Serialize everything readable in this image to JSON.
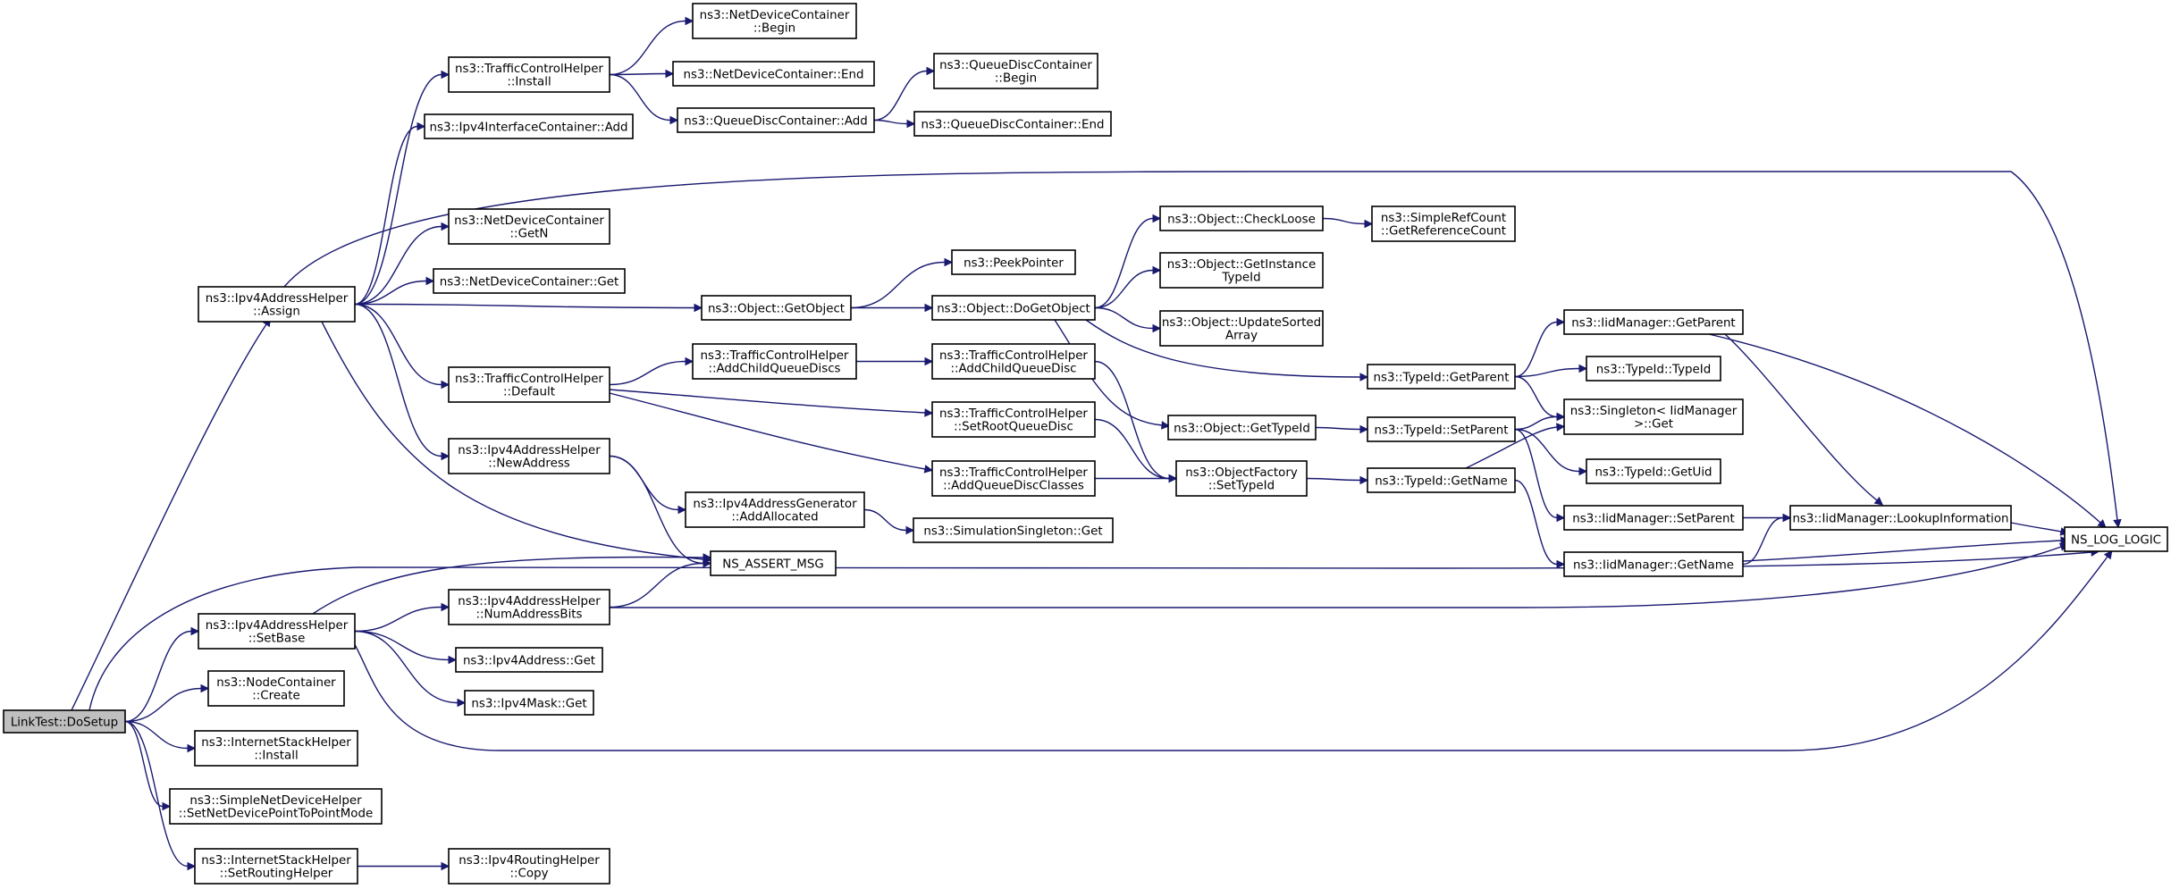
{
  "diagram": {
    "title": "",
    "edge_color": "#191970",
    "root_fill": "#bfbfbf",
    "node_fill": "#ffffff",
    "nodes": [
      {
        "id": "dosetup",
        "lines": [
          "LinkTest::DoSetup"
        ]
      },
      {
        "id": "assign",
        "lines": [
          "ns3::Ipv4AddressHelper",
          "::Assign"
        ]
      },
      {
        "id": "setbase",
        "lines": [
          "ns3::Ipv4AddressHelper",
          "::SetBase"
        ]
      },
      {
        "id": "nc_create",
        "lines": [
          "ns3::NodeContainer",
          "::Create"
        ]
      },
      {
        "id": "ish_install",
        "lines": [
          "ns3::InternetStackHelper",
          "::Install"
        ]
      },
      {
        "id": "sndh_p2p",
        "lines": [
          "ns3::SimpleNetDeviceHelper",
          "::SetNetDevicePointToPointMode"
        ]
      },
      {
        "id": "ish_setrouting",
        "lines": [
          "ns3::InternetStackHelper",
          "::SetRoutingHelper"
        ]
      },
      {
        "id": "tch_install",
        "lines": [
          "ns3::TrafficControlHelper",
          "::Install"
        ]
      },
      {
        "id": "ipv4ic_add",
        "lines": [
          "ns3::Ipv4InterfaceContainer::Add"
        ]
      },
      {
        "id": "ndc_getn",
        "lines": [
          "ns3::NetDeviceContainer",
          "::GetN"
        ]
      },
      {
        "id": "ndc_get",
        "lines": [
          "ns3::NetDeviceContainer::Get"
        ]
      },
      {
        "id": "tch_default",
        "lines": [
          "ns3::TrafficControlHelper",
          "::Default"
        ]
      },
      {
        "id": "iah_newaddress",
        "lines": [
          "ns3::Ipv4AddressHelper",
          "::NewAddress"
        ]
      },
      {
        "id": "iah_numbits",
        "lines": [
          "ns3::Ipv4AddressHelper",
          "::NumAddressBits"
        ]
      },
      {
        "id": "ipv4addr_get",
        "lines": [
          "ns3::Ipv4Address::Get"
        ]
      },
      {
        "id": "ipv4mask_get",
        "lines": [
          "ns3::Ipv4Mask::Get"
        ]
      },
      {
        "id": "irh_copy",
        "lines": [
          "ns3::Ipv4RoutingHelper",
          "::Copy"
        ]
      },
      {
        "id": "ndc_begin",
        "lines": [
          "ns3::NetDeviceContainer",
          "::Begin"
        ]
      },
      {
        "id": "ndc_end",
        "lines": [
          "ns3::NetDeviceContainer::End"
        ]
      },
      {
        "id": "qdc_add",
        "lines": [
          "ns3::QueueDiscContainer::Add"
        ]
      },
      {
        "id": "obj_getobject",
        "lines": [
          "ns3::Object::GetObject"
        ]
      },
      {
        "id": "tch_addchildqds",
        "lines": [
          "ns3::TrafficControlHelper",
          "::AddChildQueueDiscs"
        ]
      },
      {
        "id": "iag_addallocated",
        "lines": [
          "ns3::Ipv4AddressGenerator",
          "::AddAllocated"
        ]
      },
      {
        "id": "ns_assert",
        "lines": [
          "NS_ASSERT_MSG"
        ]
      },
      {
        "id": "qdc_begin",
        "lines": [
          "ns3::QueueDiscContainer",
          "::Begin"
        ]
      },
      {
        "id": "qdc_end",
        "lines": [
          "ns3::QueueDiscContainer::End"
        ]
      },
      {
        "id": "peekpointer",
        "lines": [
          "ns3::PeekPointer"
        ]
      },
      {
        "id": "obj_dogetobject",
        "lines": [
          "ns3::Object::DoGetObject"
        ]
      },
      {
        "id": "tch_addchildqd",
        "lines": [
          "ns3::TrafficControlHelper",
          "::AddChildQueueDisc"
        ]
      },
      {
        "id": "tch_setroot",
        "lines": [
          "ns3::TrafficControlHelper",
          "::SetRootQueueDisc"
        ]
      },
      {
        "id": "tch_addclasses",
        "lines": [
          "ns3::TrafficControlHelper",
          "::AddQueueDiscClasses"
        ]
      },
      {
        "id": "simsingleton_get",
        "lines": [
          "ns3::SimulationSingleton::Get"
        ]
      },
      {
        "id": "obj_checkloose",
        "lines": [
          "ns3::Object::CheckLoose"
        ]
      },
      {
        "id": "obj_getinstance",
        "lines": [
          "ns3::Object::GetInstance",
          "TypeId"
        ]
      },
      {
        "id": "obj_updatesorted",
        "lines": [
          "ns3::Object::UpdateSorted",
          "Array"
        ]
      },
      {
        "id": "obj_gettypeid",
        "lines": [
          "ns3::Object::GetTypeId"
        ]
      },
      {
        "id": "of_settypeid",
        "lines": [
          "ns3::ObjectFactory",
          "::SetTypeId"
        ]
      },
      {
        "id": "src_getrefcount",
        "lines": [
          "ns3::SimpleRefCount",
          "::GetReferenceCount"
        ]
      },
      {
        "id": "tid_getparent",
        "lines": [
          "ns3::TypeId::GetParent"
        ]
      },
      {
        "id": "tid_setparent",
        "lines": [
          "ns3::TypeId::SetParent"
        ]
      },
      {
        "id": "tid_getname",
        "lines": [
          "ns3::TypeId::GetName"
        ]
      },
      {
        "id": "iid_getparent",
        "lines": [
          "ns3::IidManager::GetParent"
        ]
      },
      {
        "id": "tid_typeid",
        "lines": [
          "ns3::TypeId::TypeId"
        ]
      },
      {
        "id": "singleton_get",
        "lines": [
          "ns3::Singleton< IidManager",
          " >::Get"
        ]
      },
      {
        "id": "tid_getuid",
        "lines": [
          "ns3::TypeId::GetUid"
        ]
      },
      {
        "id": "iid_setparent",
        "lines": [
          "ns3::IidManager::SetParent"
        ]
      },
      {
        "id": "iid_getname",
        "lines": [
          "ns3::IidManager::GetName"
        ]
      },
      {
        "id": "iid_lookup",
        "lines": [
          "ns3::IidManager::LookupInformation"
        ]
      },
      {
        "id": "ns_log_logic",
        "lines": [
          "NS_LOG_LOGIC"
        ]
      }
    ],
    "edges": [
      [
        "dosetup",
        "assign"
      ],
      [
        "dosetup",
        "setbase"
      ],
      [
        "dosetup",
        "nc_create"
      ],
      [
        "dosetup",
        "ish_install"
      ],
      [
        "dosetup",
        "sndh_p2p"
      ],
      [
        "dosetup",
        "ish_setrouting"
      ],
      [
        "dosetup",
        "ns_log_logic"
      ],
      [
        "assign",
        "tch_install"
      ],
      [
        "assign",
        "ipv4ic_add"
      ],
      [
        "assign",
        "ns_log_logic"
      ],
      [
        "assign",
        "ndc_getn"
      ],
      [
        "assign",
        "ndc_get"
      ],
      [
        "assign",
        "obj_getobject"
      ],
      [
        "assign",
        "tch_default"
      ],
      [
        "assign",
        "iah_newaddress"
      ],
      [
        "assign",
        "ns_assert"
      ],
      [
        "setbase",
        "ns_assert"
      ],
      [
        "setbase",
        "iah_numbits"
      ],
      [
        "setbase",
        "ipv4addr_get"
      ],
      [
        "setbase",
        "ipv4mask_get"
      ],
      [
        "setbase",
        "ns_log_logic"
      ],
      [
        "ish_setrouting",
        "irh_copy"
      ],
      [
        "tch_install",
        "ndc_begin"
      ],
      [
        "tch_install",
        "ndc_end"
      ],
      [
        "tch_install",
        "qdc_add"
      ],
      [
        "qdc_add",
        "qdc_begin"
      ],
      [
        "qdc_add",
        "qdc_end"
      ],
      [
        "obj_getobject",
        "peekpointer"
      ],
      [
        "obj_getobject",
        "obj_dogetobject"
      ],
      [
        "tch_default",
        "tch_addchildqds"
      ],
      [
        "tch_default",
        "tch_setroot"
      ],
      [
        "tch_default",
        "tch_addclasses"
      ],
      [
        "tch_addchildqds",
        "tch_addchildqd"
      ],
      [
        "iah_newaddress",
        "iag_addallocated"
      ],
      [
        "iah_newaddress",
        "ns_assert"
      ],
      [
        "iah_numbits",
        "ns_assert"
      ],
      [
        "iah_numbits",
        "ns_log_logic"
      ],
      [
        "iag_addallocated",
        "simsingleton_get"
      ],
      [
        "obj_dogetobject",
        "obj_checkloose"
      ],
      [
        "obj_dogetobject",
        "obj_getinstance"
      ],
      [
        "obj_dogetobject",
        "obj_updatesorted"
      ],
      [
        "obj_dogetobject",
        "obj_gettypeid"
      ],
      [
        "obj_dogetobject",
        "tid_getparent"
      ],
      [
        "obj_checkloose",
        "src_getrefcount"
      ],
      [
        "tch_addchildqd",
        "of_settypeid"
      ],
      [
        "tch_setroot",
        "of_settypeid"
      ],
      [
        "tch_addclasses",
        "of_settypeid"
      ],
      [
        "obj_gettypeid",
        "tid_setparent"
      ],
      [
        "of_settypeid",
        "tid_getname"
      ],
      [
        "tid_getparent",
        "iid_getparent"
      ],
      [
        "tid_getparent",
        "tid_typeid"
      ],
      [
        "tid_getparent",
        "singleton_get"
      ],
      [
        "tid_setparent",
        "singleton_get"
      ],
      [
        "tid_setparent",
        "tid_getuid"
      ],
      [
        "tid_setparent",
        "iid_setparent"
      ],
      [
        "tid_getname",
        "singleton_get"
      ],
      [
        "tid_getname",
        "iid_getname"
      ],
      [
        "iid_getparent",
        "iid_lookup"
      ],
      [
        "iid_getparent",
        "ns_log_logic"
      ],
      [
        "iid_setparent",
        "iid_lookup"
      ],
      [
        "iid_getname",
        "iid_lookup"
      ],
      [
        "iid_getname",
        "ns_log_logic"
      ],
      [
        "iid_lookup",
        "ns_log_logic"
      ]
    ]
  }
}
